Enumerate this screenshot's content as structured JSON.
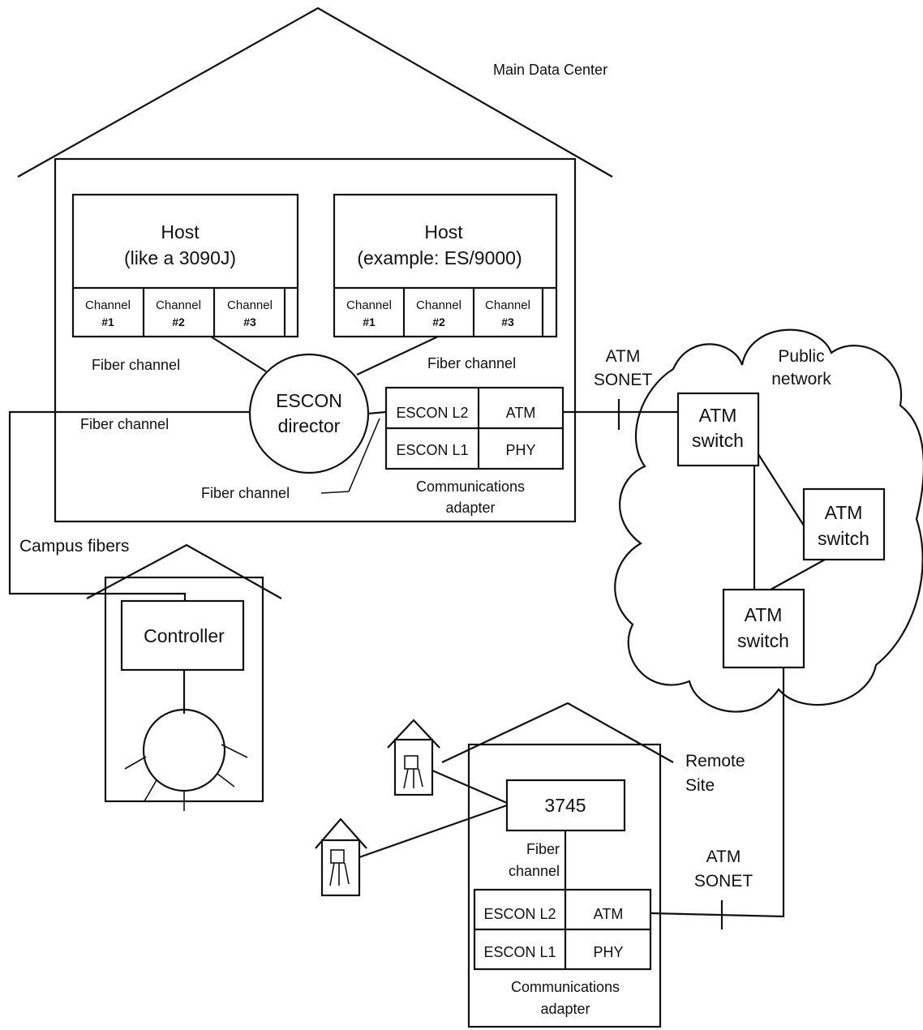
{
  "main_site": {
    "title": "Main Data Center",
    "host1": {
      "title": "Host",
      "subtitle": "(like a 3090J)"
    },
    "host2": {
      "title": "Host",
      "subtitle": "(example: ES/9000)"
    },
    "channels": [
      {
        "name": "Channel",
        "num": "#1"
      },
      {
        "name": "Channel",
        "num": "#2"
      },
      {
        "name": "Channel",
        "num": "#3"
      }
    ],
    "fiber_channel": "Fiber channel",
    "escon": {
      "line1": "ESCON",
      "line2": "director"
    },
    "adapter": {
      "l2": "ESCON L2",
      "atm": "ATM",
      "l1": "ESCON L1",
      "phy": "PHY",
      "caption1": "Communications",
      "caption2": "adapter"
    }
  },
  "links": {
    "atm": "ATM",
    "sonet": "SONET",
    "campus_fibers": "Campus fibers"
  },
  "network": {
    "line1": "Public",
    "line2": "network",
    "switch_line1": "ATM",
    "switch_line2": "switch"
  },
  "campus": {
    "controller": "Controller"
  },
  "remote": {
    "title_line1": "Remote",
    "title_line2": "Site",
    "device": "3745",
    "fiber1": "Fiber",
    "fiber2": "channel"
  }
}
